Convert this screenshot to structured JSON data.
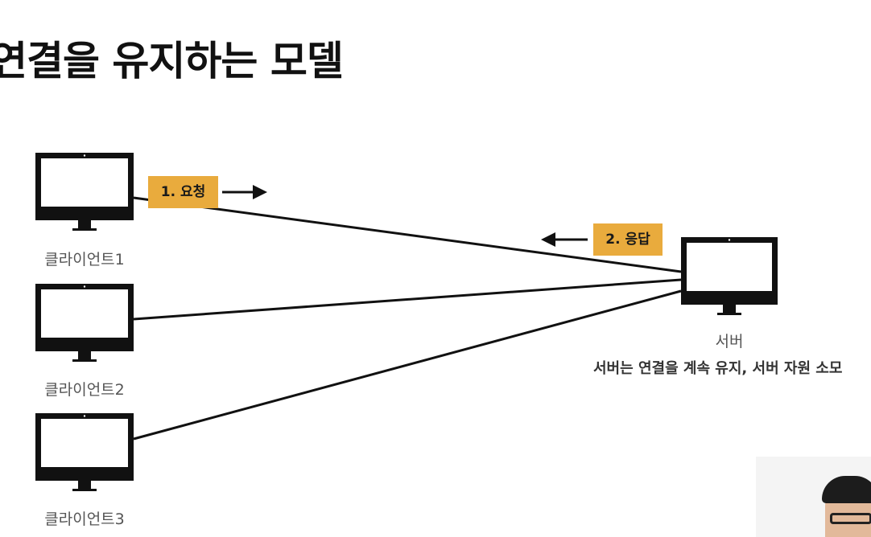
{
  "title": "연결을 유지하는 모델",
  "nodes": {
    "clients": [
      {
        "label": "클라이언트1"
      },
      {
        "label": "클라이언트2"
      },
      {
        "label": "클라이언트3"
      }
    ],
    "server": {
      "label": "서버",
      "note": "서버는 연결을 계속 유지, 서버 자원 소모"
    }
  },
  "edges": {
    "request_label": "1. 요청",
    "response_label": "2. 응답"
  },
  "colors": {
    "tag": "#e9ab3d",
    "line": "#111111",
    "monitor": "#111111"
  },
  "icons": {
    "client": "monitor-icon",
    "server": "monitor-icon",
    "request_arrow": "arrow-right-icon",
    "response_arrow": "arrow-left-icon"
  }
}
